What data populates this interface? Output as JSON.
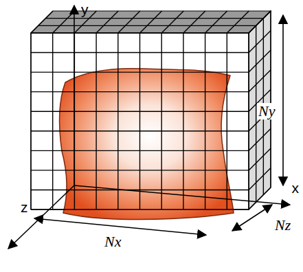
{
  "diagram": {
    "labels": [
      "y",
      "x",
      "z",
      "Nx",
      "Ny",
      "Nz"
    ]
  }
}
